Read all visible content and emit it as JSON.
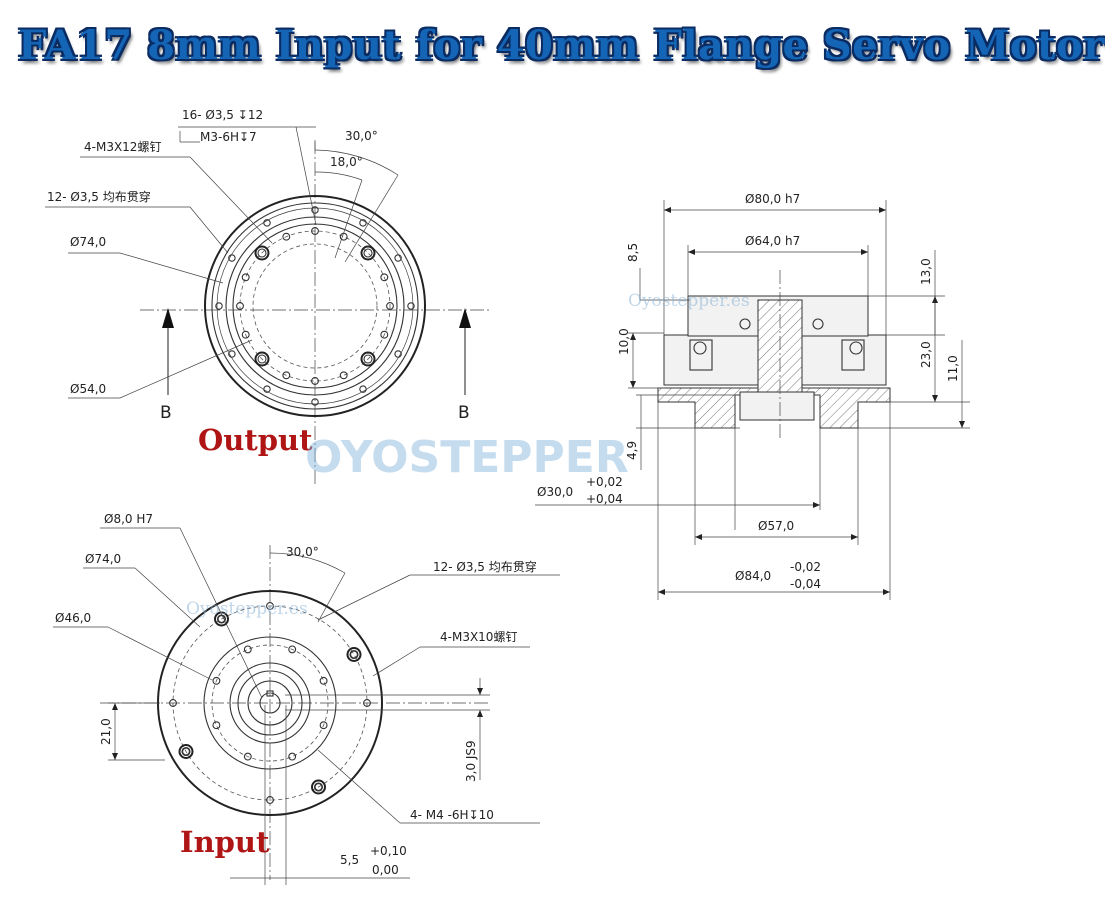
{
  "title": "FA17 8mm Input for 40mm Flange Servo Motor",
  "watermark": {
    "brand": "OYOSTEPPER",
    "small": "Oyostepper.es"
  },
  "output_view": {
    "label": "Output",
    "section_mark": "B",
    "dims": {
      "holes16": "16-  Ø3,5  ↧12",
      "thread": "M3-6H↧7",
      "screws": "4-M3X12螺钉",
      "holes12": "12-  Ø3,5  均布贯穿",
      "d74": "Ø74,0",
      "d54": "Ø54,0",
      "ang30": "30,0°",
      "ang18": "18,0°"
    }
  },
  "section_view": {
    "dims": {
      "d80": "Ø80,0  h7",
      "d64": "Ø64,0  h7",
      "h85": "8,5",
      "h10": "10,0",
      "h13": "13,0",
      "h23": "23,0",
      "h11": "11,0",
      "h49": "4,9",
      "d30": "Ø30,0",
      "d30_tol_upper": "+0,02",
      "d30_tol_lower": "+0,04",
      "d57": "Ø57,0",
      "d84": "Ø84,0",
      "d84_tol_upper": "-0,02",
      "d84_tol_lower": "-0,04"
    }
  },
  "input_view": {
    "label": "Input",
    "dims": {
      "d8": "Ø8,0  H7",
      "d74": "Ø74,0",
      "d46": "Ø46,0",
      "ang30": "30,0°",
      "holes12": "12-  Ø3,5  均布贯穿",
      "screws": "4-M3X10螺钉",
      "h21": "21,0",
      "js9": "3,0  JS9",
      "m4": "4-  M4  -6H↧10",
      "w55": "5,5",
      "w55_tol_upper": "+0,10",
      "w55_tol_lower": "0,00"
    }
  }
}
